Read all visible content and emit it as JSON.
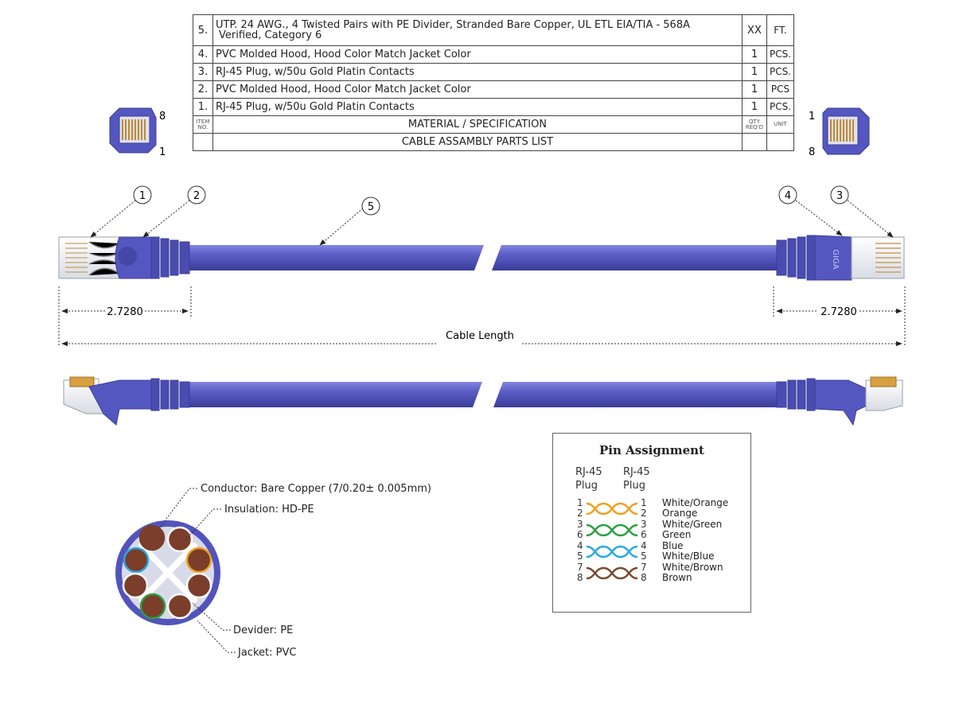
{
  "parts_list": {
    "rows": [
      {
        "item": "5.",
        "material_line1": "UTP. 24 AWG., 4 Twisted Pairs with PE Divider, Stranded Bare Copper, UL ETL EIA/TIA - 568A",
        "material_line2": "Verified, Category 6",
        "qty": "XX",
        "unit": "FT."
      },
      {
        "item": "4.",
        "material": "PVC Molded Hood, Hood Color Match Jacket Color",
        "qty": "1",
        "unit": "PCS."
      },
      {
        "item": "3.",
        "material": "RJ-45 Plug, w/50u Gold Platin Contacts",
        "qty": "1",
        "unit": "PCS."
      },
      {
        "item": "2.",
        "material": "PVC Molded Hood, Hood Color Match Jacket Color",
        "qty": "1",
        "unit": "PCS"
      },
      {
        "item": "1.",
        "material": "RJ-45 Plug, w/50u Gold Platin Contacts",
        "qty": "1",
        "unit": "PCS."
      }
    ],
    "header": {
      "item": "ITEM NO.",
      "material": "MATERIAL / SPECIFICATION",
      "qty": "QTY REQ'D",
      "unit": "UNIT"
    },
    "title": "CABLE ASSAMBLY PARTS LIST"
  },
  "plug_labels": {
    "left_top": "8",
    "left_bottom": "1",
    "right_top": "1",
    "right_bottom": "8"
  },
  "callouts": [
    "1",
    "2",
    "5",
    "4",
    "3"
  ],
  "dimensions": {
    "left": "2.7280",
    "right": "2.7280",
    "total": "Cable Length"
  },
  "boot_text": "GIGA",
  "cross_section": {
    "conductor": "Conductor: Bare Copper (7/0.20± 0.005mm)",
    "insulation": "Insulation: HD-PE",
    "divider": "Devider: PE",
    "jacket": "Jacket: PVC"
  },
  "pin_assignment": {
    "title": "Pin Assignment",
    "col1": "RJ-45\nPlug",
    "col2": "RJ-45\nPlug",
    "left_pins": [
      "1",
      "2",
      "3",
      "6",
      "4",
      "5",
      "7",
      "8"
    ],
    "right_pins": [
      "1",
      "2",
      "3",
      "6",
      "4",
      "5",
      "7",
      "8"
    ],
    "colors": [
      "White/Orange",
      "Orange",
      "White/Green",
      "Green",
      "Blue",
      "White/Blue",
      "White/Brown",
      "Brown"
    ],
    "pair_colors": [
      "#f0a020",
      "#2aa040",
      "#2aa8e0",
      "#7a4a30"
    ]
  },
  "colors": {
    "cable": "#5a5cc4",
    "cable_dark": "#3c3e9a",
    "copper": "#7a3e2a",
    "gold": "#d8a040"
  }
}
